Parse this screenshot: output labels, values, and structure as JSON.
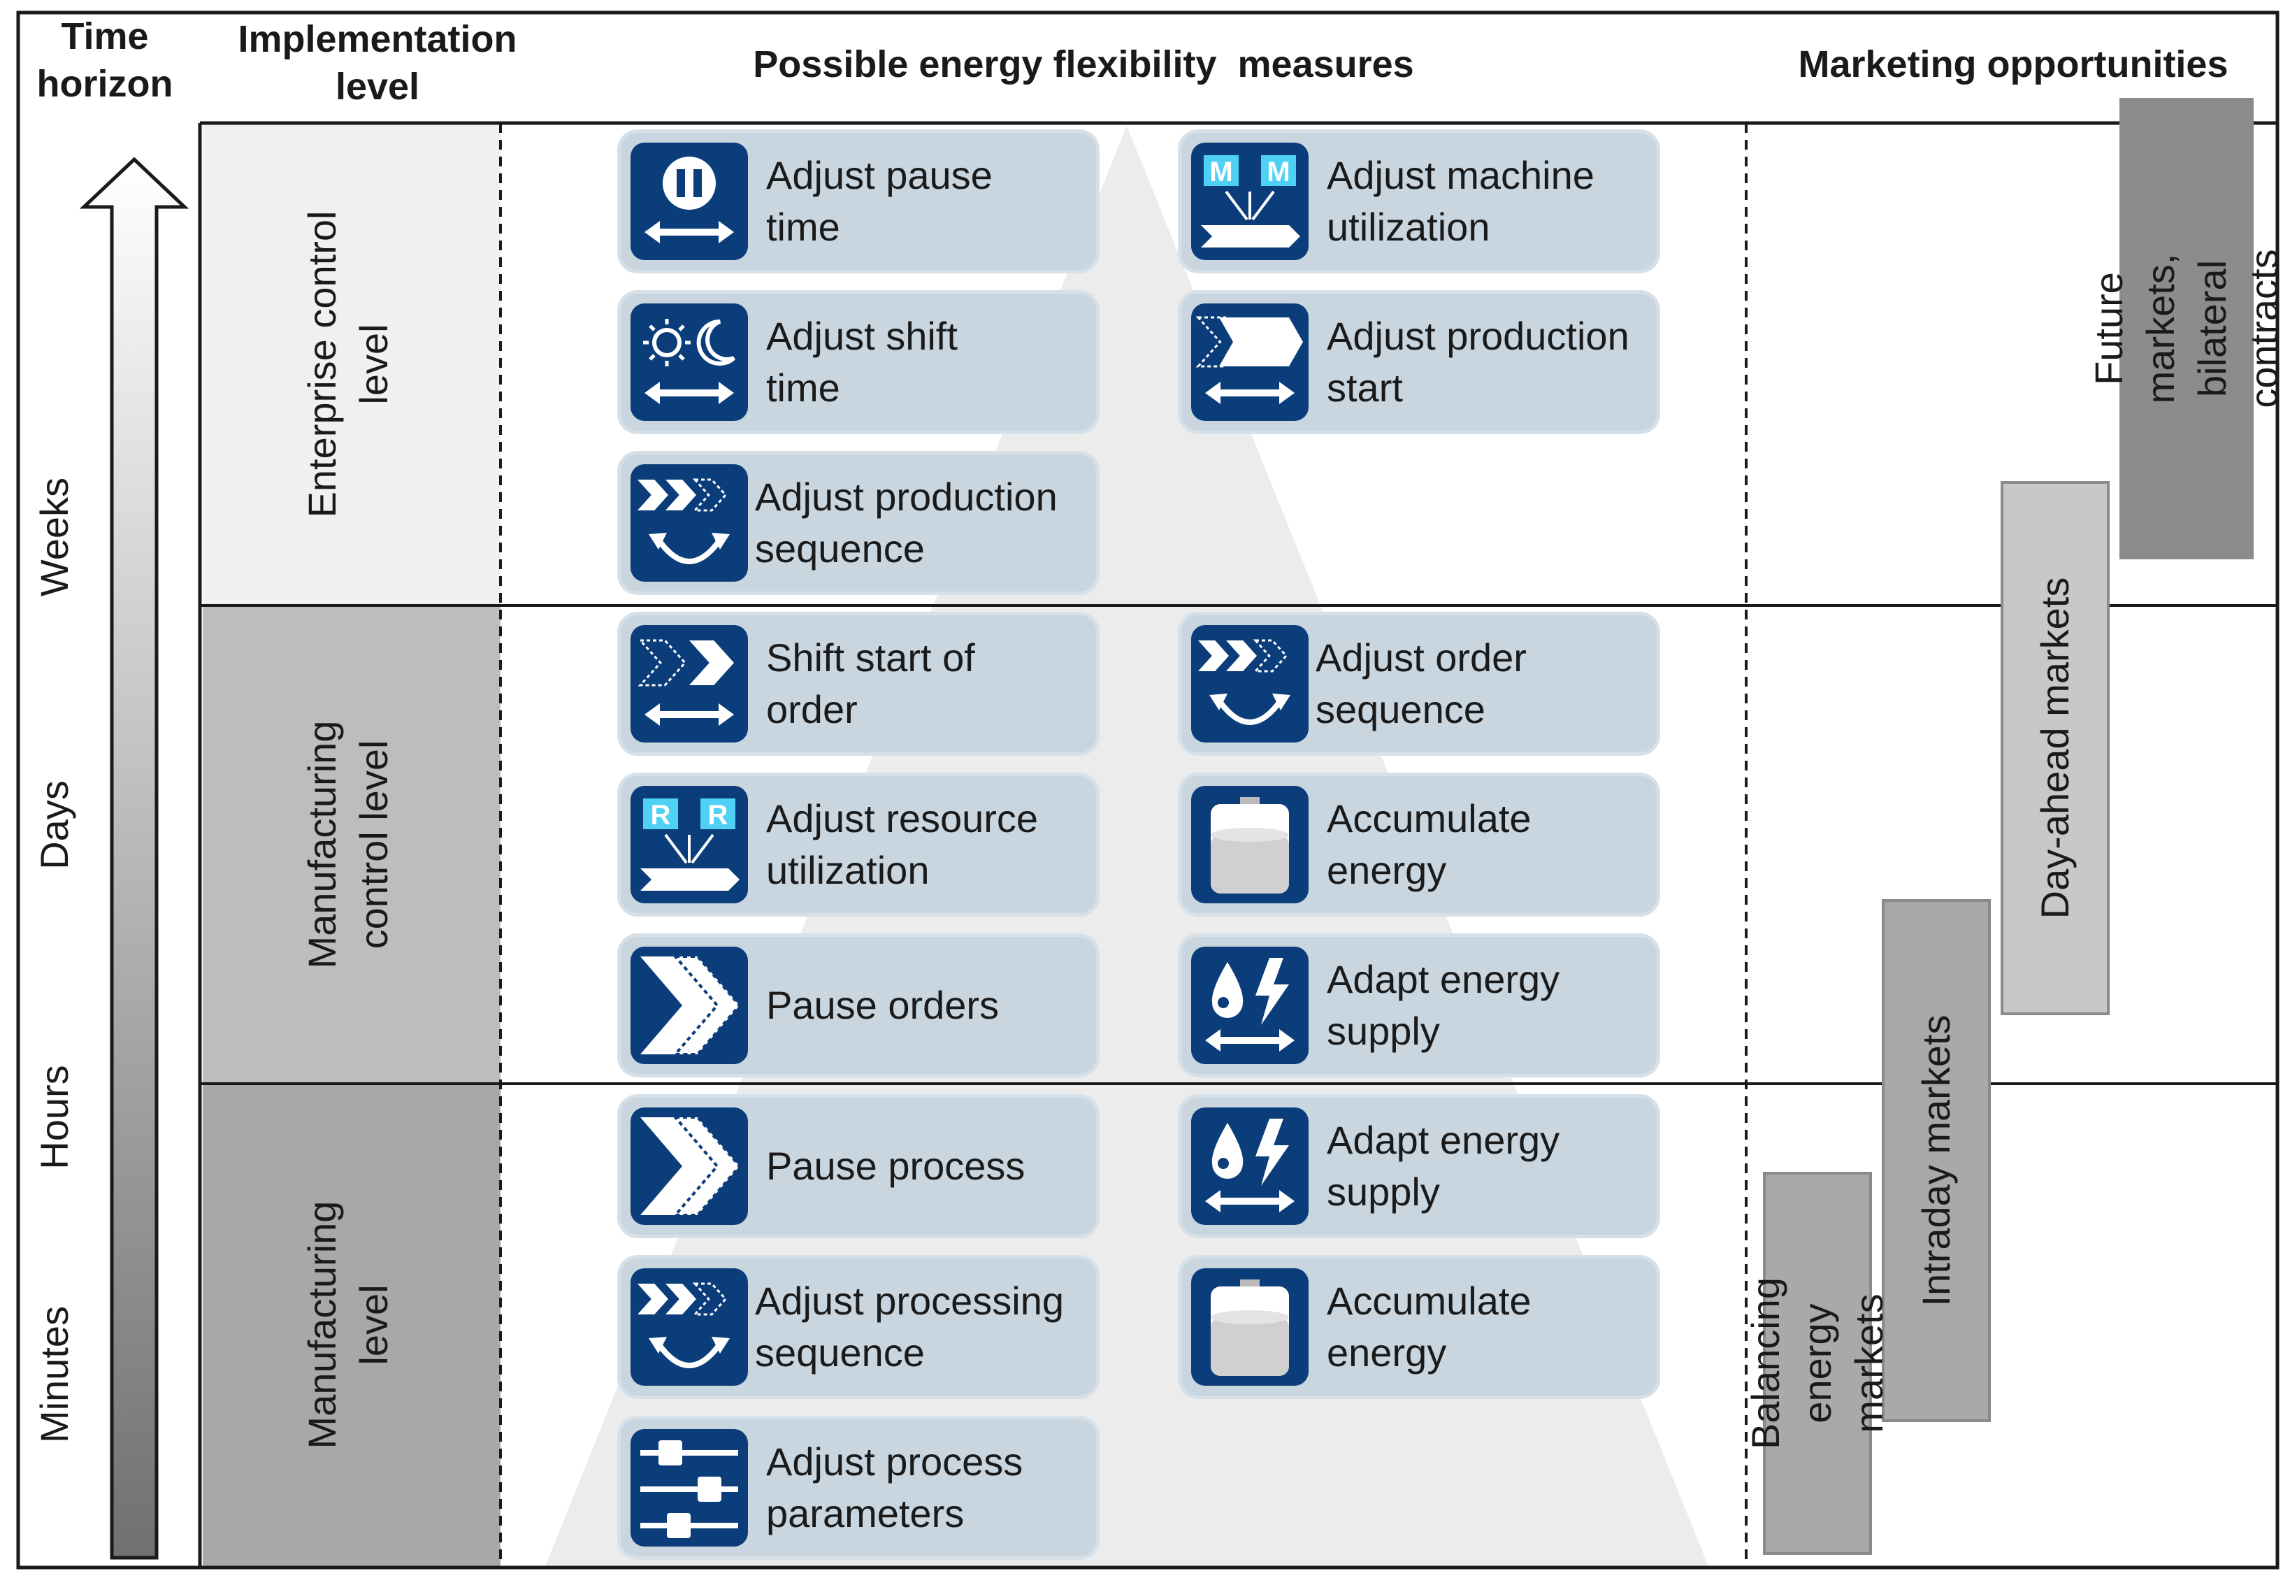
{
  "headers": {
    "time_horizon": "Time\nhorizon",
    "implementation_level": "Implementation\nlevel",
    "measures": "Possible energy flexibility  measures",
    "marketing": "Marketing opportunities"
  },
  "time_labels": [
    "Weeks",
    "Days",
    "Hours",
    "Minutes"
  ],
  "levels": [
    {
      "label": "Enterprise control\nlevel",
      "color": "#f0f0f0"
    },
    {
      "label": "Manufacturing\ncontrol level",
      "color": "#bdbdbd"
    },
    {
      "label": "Manufacturing\nlevel",
      "color": "#a8a8a8"
    }
  ],
  "measures": [
    {
      "label": "Adjust pause\ntime",
      "icon": "pause-arrows-icon"
    },
    {
      "label": "Adjust machine\nutilization",
      "icon": "machine-utilization-icon"
    },
    {
      "label": "Adjust shift\ntime",
      "icon": "sun-moon-arrows-icon"
    },
    {
      "label": "Adjust production\nstart",
      "icon": "production-start-icon"
    },
    {
      "label": "Adjust production\nsequence",
      "icon": "sequence-rotate-icon"
    },
    {
      "label": "Shift start of\norder",
      "icon": "order-shift-icon"
    },
    {
      "label": "Adjust order\nsequence",
      "icon": "sequence-rotate-icon"
    },
    {
      "label": "Adjust resource\nutilization",
      "icon": "resource-utilization-icon"
    },
    {
      "label": "Accumulate\nenergy",
      "icon": "battery-icon"
    },
    {
      "label": "Pause orders",
      "icon": "pause-chevron-icon"
    },
    {
      "label": "Adapt energy\nsupply",
      "icon": "water-lightning-icon"
    },
    {
      "label": "Pause process",
      "icon": "pause-chevron-icon"
    },
    {
      "label": "Adapt energy\nsupply",
      "icon": "water-lightning-icon"
    },
    {
      "label": "Adjust processing\nsequence",
      "icon": "sequence-rotate-icon"
    },
    {
      "label": "Accumulate\nenergy",
      "icon": "battery-icon"
    },
    {
      "label": "Adjust process\nparameters",
      "icon": "sliders-icon"
    }
  ],
  "markets": [
    {
      "label": "Future markets,\nbilateral contracts",
      "color": "#8c8c8c"
    },
    {
      "label": "Day-ahead markets",
      "color": "#c8c8c8"
    },
    {
      "label": "Intraday markets",
      "color": "#a9a9a9"
    },
    {
      "label": "Balancing energy\nmarkets",
      "color": "#a9a9a9"
    }
  ],
  "icon_colors": {
    "tile": "#0b3d7a",
    "accent": "#4fd1f5"
  },
  "icon_letters": {
    "machine": "M",
    "resource": "R"
  }
}
